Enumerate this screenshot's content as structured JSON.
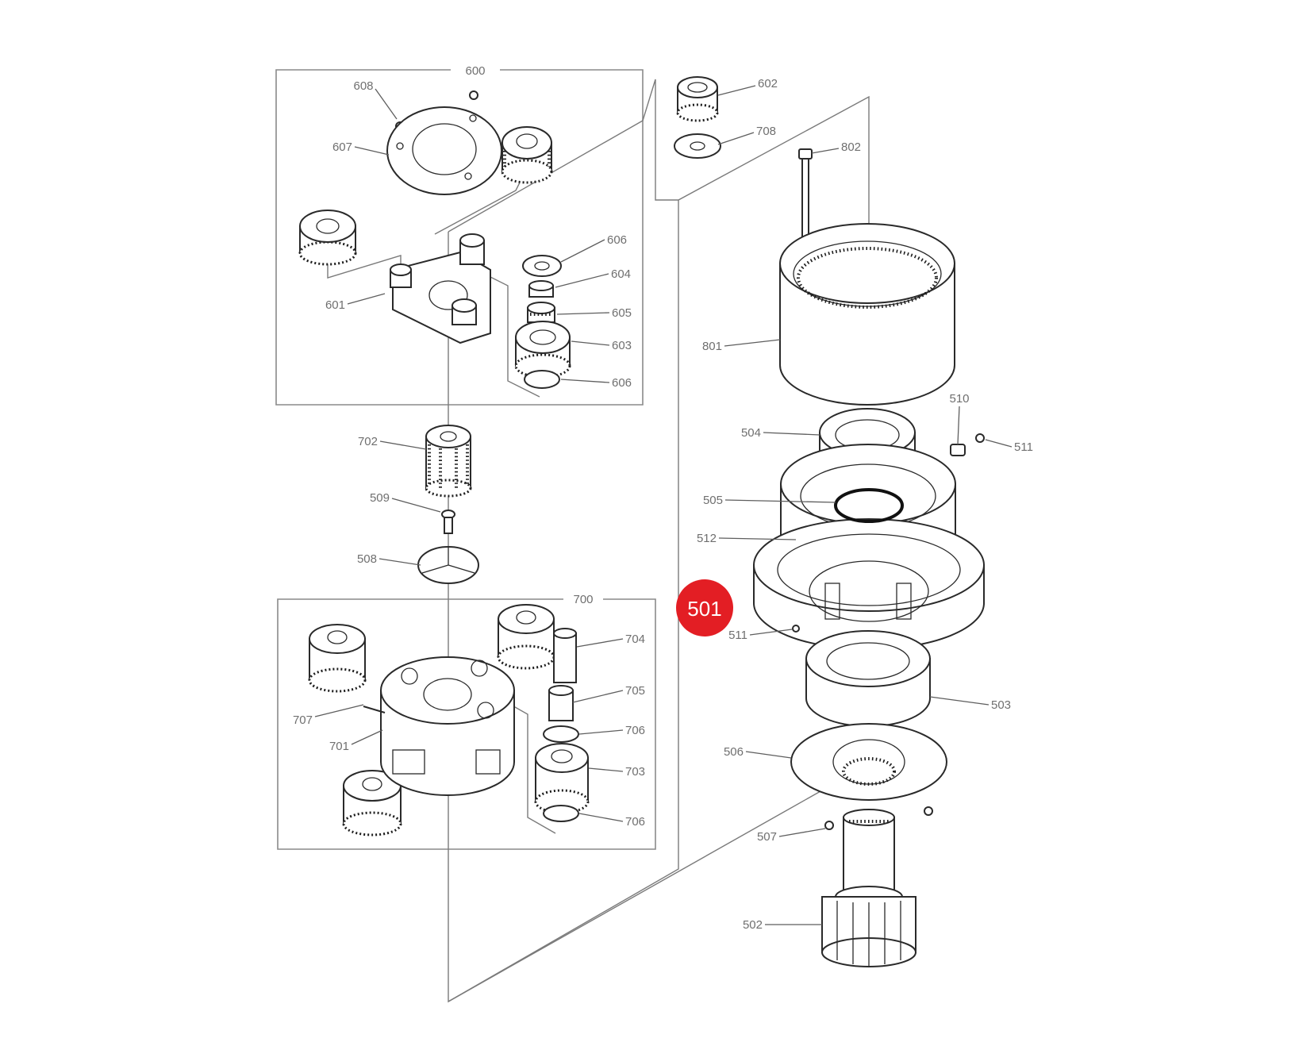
{
  "highlight": {
    "label": "501",
    "color": "#e31e24"
  },
  "colors": {
    "line": "#2a2a2a",
    "label": "#6f6f6f",
    "background": "#ffffff"
  },
  "groups": {
    "g600": "600",
    "g700": "700"
  },
  "labels": {
    "l608": "608",
    "l607": "607",
    "l602": "602",
    "l708": "708",
    "l802": "802",
    "l601": "601",
    "l606a": "606",
    "l604": "604",
    "l605": "605",
    "l603": "603",
    "l606b": "606",
    "l801": "801",
    "l702": "702",
    "l510": "510",
    "l504": "504",
    "l511a": "511",
    "l509": "509",
    "l505": "505",
    "l512": "512",
    "l508": "508",
    "l511b": "511",
    "l704": "704",
    "l705": "705",
    "l503": "503",
    "l707": "707",
    "l706a": "706",
    "l701": "701",
    "l506": "506",
    "l703": "703",
    "l706b": "706",
    "l507": "507",
    "l502": "502"
  }
}
